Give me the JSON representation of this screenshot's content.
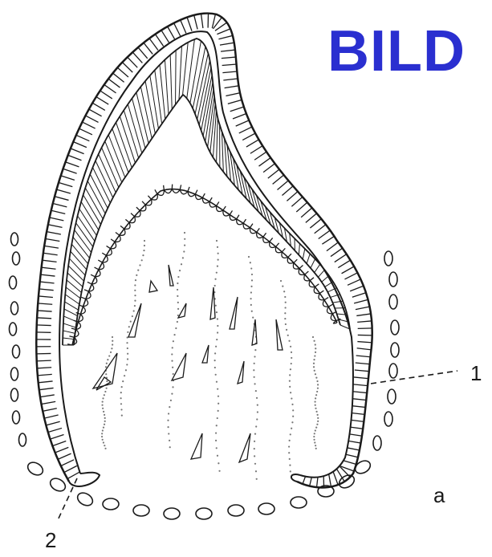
{
  "title": "BILD",
  "title_color": "#2a2fd0",
  "labels": {
    "one": "1",
    "two": "2",
    "a": "a"
  },
  "ink_color": "#1a1a1a"
}
